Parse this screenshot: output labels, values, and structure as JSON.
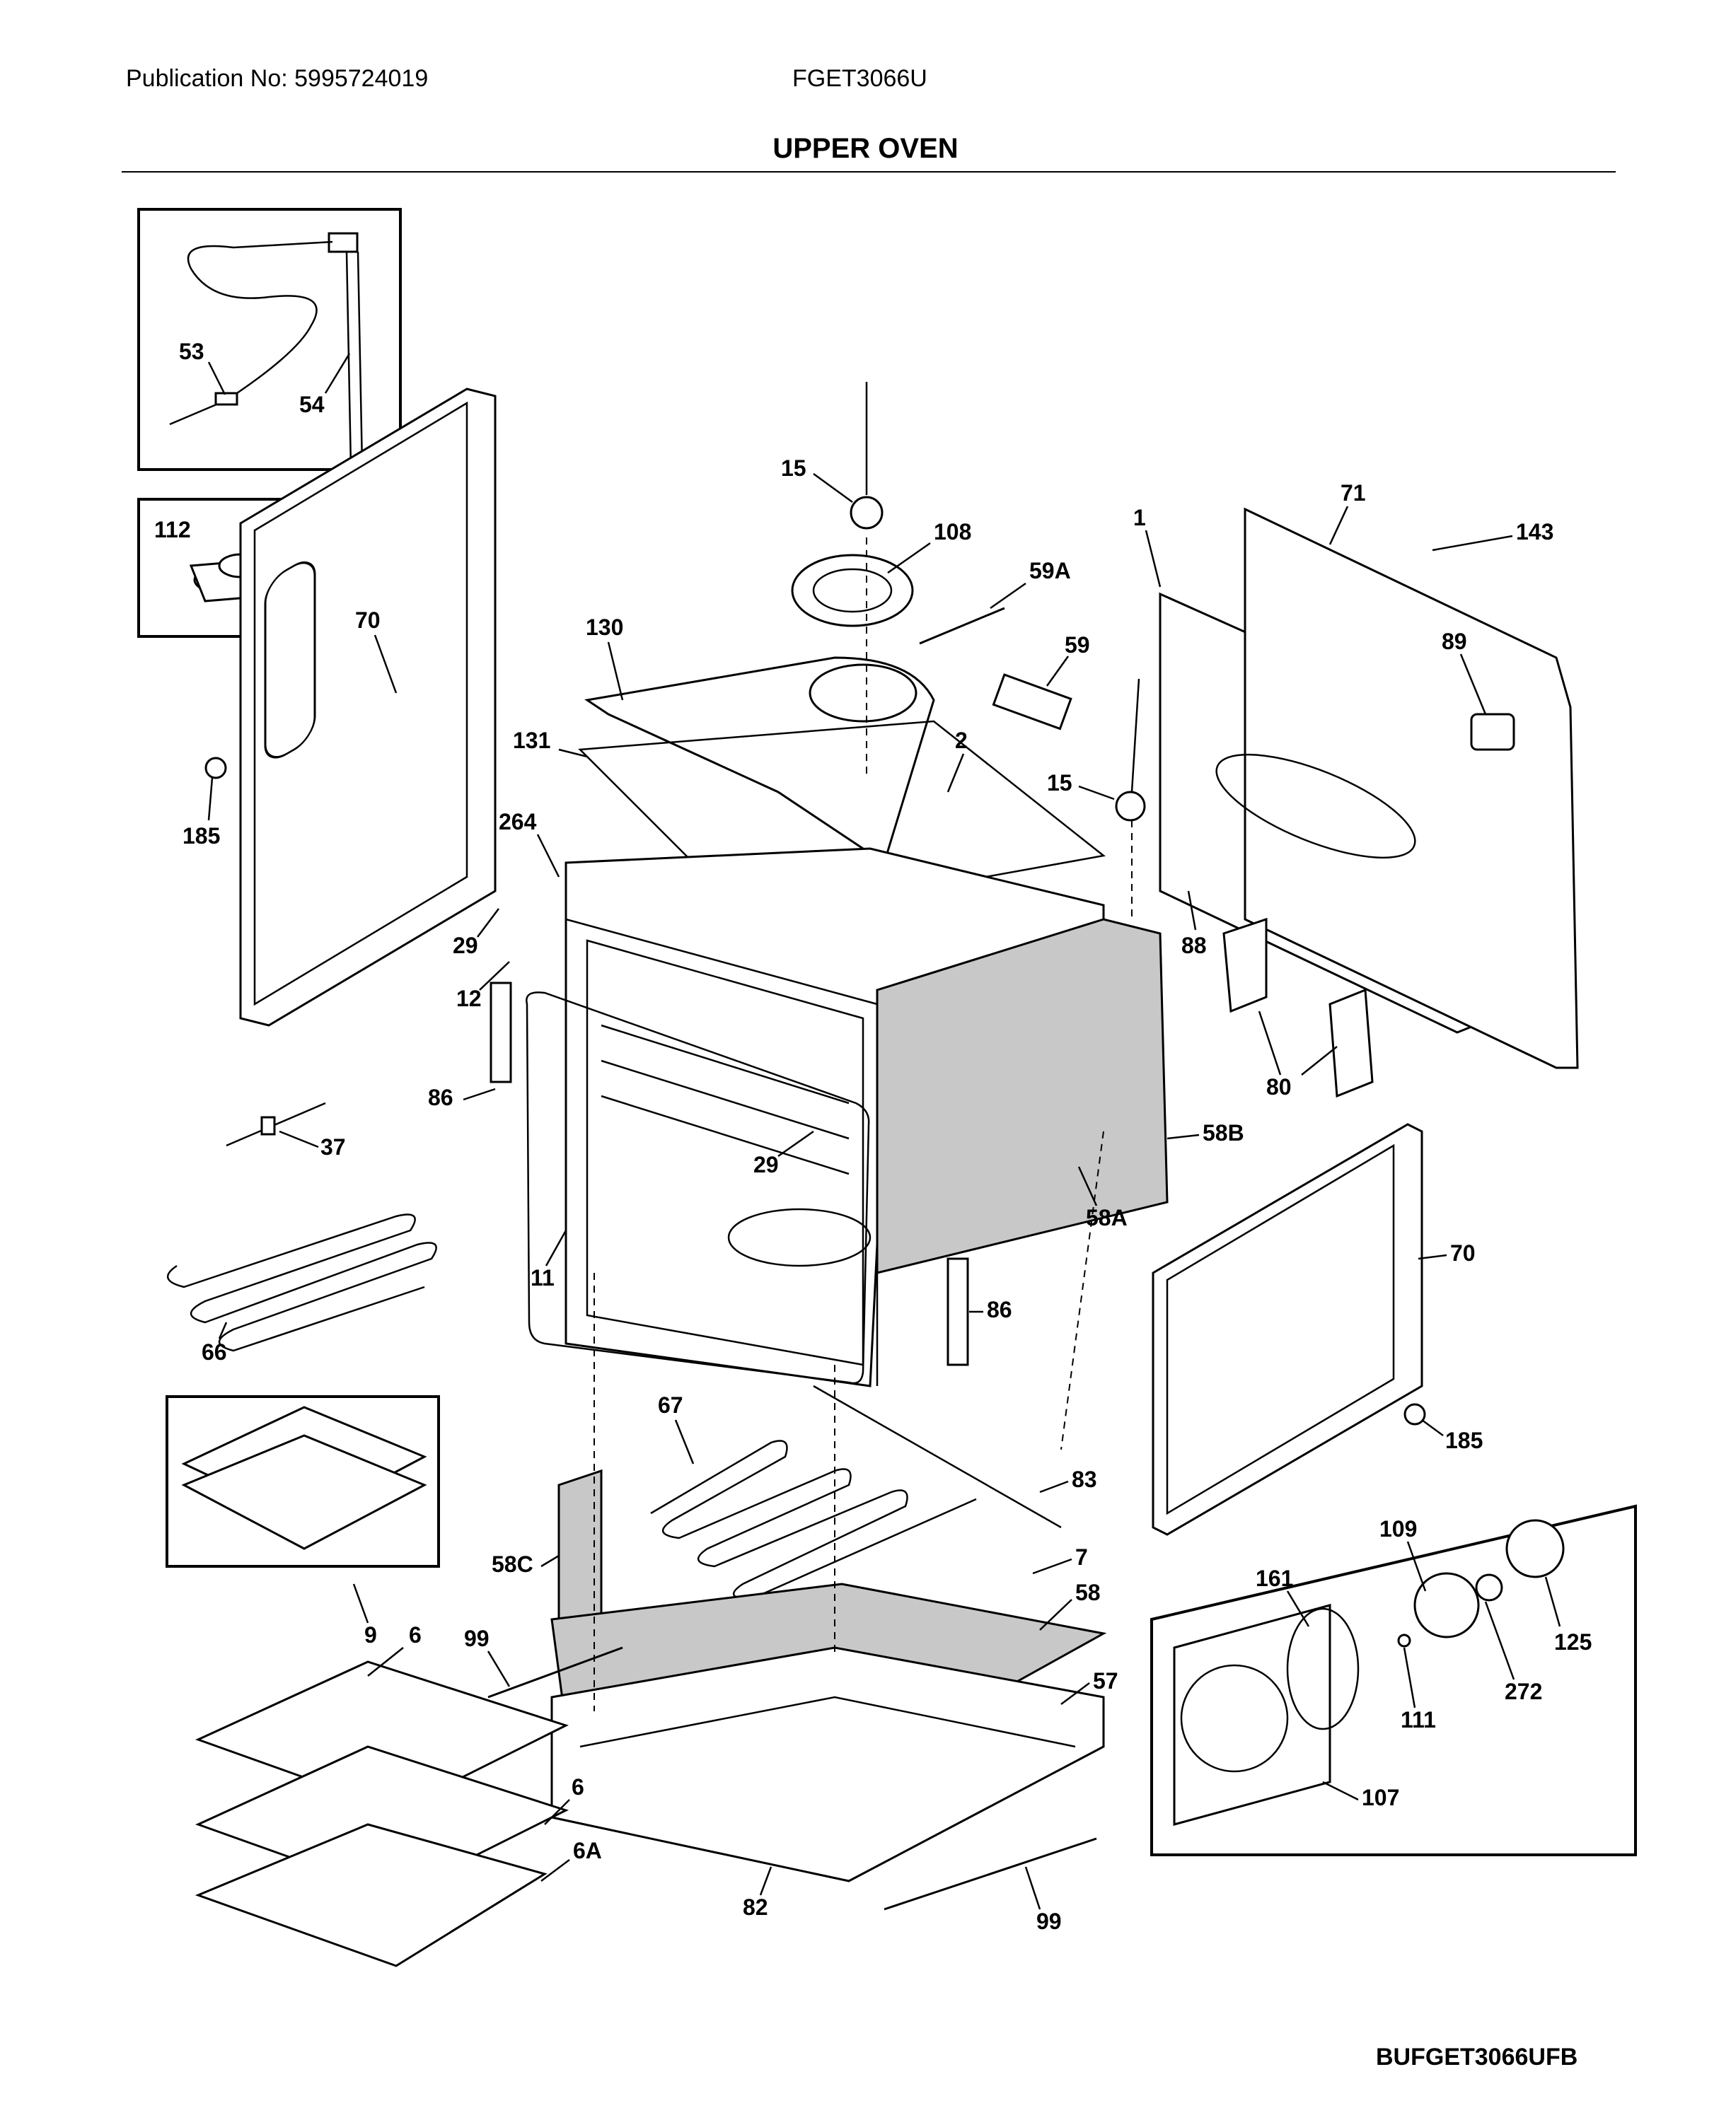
{
  "header": {
    "publication": "Publication No: 5995724019",
    "model": "FGET3066U",
    "title": "UPPER OVEN"
  },
  "footer": {
    "code": "BUFGET3066UFB"
  },
  "part_labels": {
    "p53": "53",
    "p54": "54",
    "p112": "112",
    "p15a": "15",
    "p108": "108",
    "p59A": "59A",
    "p59": "59",
    "p1": "1",
    "p71": "71",
    "p143": "143",
    "p89": "89",
    "p70a": "70",
    "p185a": "185",
    "p130": "130",
    "p131": "131",
    "p264": "264",
    "p2": "2",
    "p15b": "15",
    "p29a": "29",
    "p12": "12",
    "p86a": "86",
    "p37": "37",
    "p29b": "29",
    "p88": "88",
    "p80": "80",
    "p58B": "58B",
    "p58A": "58A",
    "p11": "11",
    "p66": "66",
    "p86b": "86",
    "p70b": "70",
    "p185b": "185",
    "p67": "67",
    "p83": "83",
    "p7": "7",
    "p58C": "58C",
    "p58": "58",
    "p9": "9",
    "p6a": "6",
    "p99a": "99",
    "p57": "57",
    "p109": "109",
    "p161": "161",
    "p125": "125",
    "p272": "272",
    "p111": "111",
    "p107": "107",
    "p6b": "6",
    "p6A": "6A",
    "p82": "82",
    "p99b": "99"
  }
}
